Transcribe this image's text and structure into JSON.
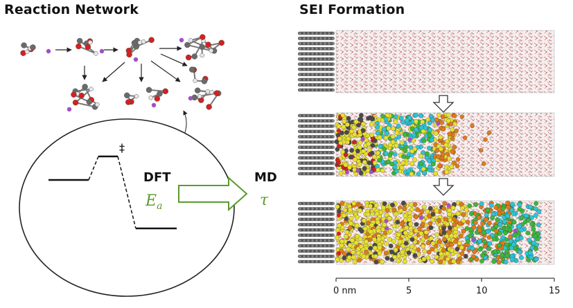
{
  "left_panel": {
    "title": "Reaction Network",
    "transition_state_symbol": "‡",
    "dft_label": "DFT",
    "ea_symbol": "E",
    "ea_subscript": "a"
  },
  "right_panel": {
    "title": "SEI Formation",
    "md_label": "MD",
    "tau_symbol": "τ",
    "axis_ticks": [
      "0 nm",
      "5",
      "10",
      "15"
    ]
  },
  "colors": {
    "accent_green": "#5a9a2e",
    "electrode_gray": "#555555",
    "solvent_pink": "#c98a8a",
    "sei_yellow": "#e8e030",
    "sei_orange": "#e07a1a",
    "sei_cyan": "#2ec4d8",
    "sei_green": "#3cb83a",
    "sei_dark": "#4a4a4a",
    "li_purple": "#a050c8",
    "oxygen_red": "#d42020"
  },
  "icons": [
    "molecule-icon",
    "arrow-right-icon",
    "arrow-down-icon",
    "hollow-arrow-icon"
  ]
}
